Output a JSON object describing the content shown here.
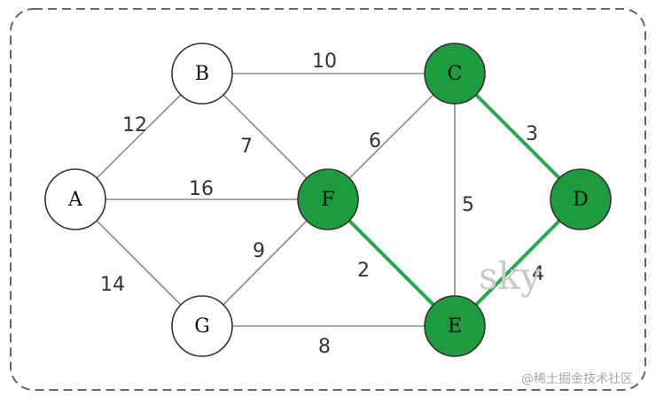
{
  "graph": {
    "nodes": [
      {
        "id": "A",
        "label": "A",
        "highlighted": false
      },
      {
        "id": "B",
        "label": "B",
        "highlighted": false
      },
      {
        "id": "C",
        "label": "C",
        "highlighted": true
      },
      {
        "id": "D",
        "label": "D",
        "highlighted": true
      },
      {
        "id": "E",
        "label": "E",
        "highlighted": true
      },
      {
        "id": "F",
        "label": "F",
        "highlighted": true
      },
      {
        "id": "G",
        "label": "G",
        "highlighted": false
      }
    ],
    "edges": [
      {
        "from": "A",
        "to": "B",
        "weight": "12",
        "highlighted": false
      },
      {
        "from": "A",
        "to": "F",
        "weight": "16",
        "highlighted": false
      },
      {
        "from": "A",
        "to": "G",
        "weight": "14",
        "highlighted": false
      },
      {
        "from": "B",
        "to": "C",
        "weight": "10",
        "highlighted": false
      },
      {
        "from": "B",
        "to": "F",
        "weight": "7",
        "highlighted": false
      },
      {
        "from": "F",
        "to": "C",
        "weight": "6",
        "highlighted": false
      },
      {
        "from": "G",
        "to": "F",
        "weight": "9",
        "highlighted": false
      },
      {
        "from": "G",
        "to": "E",
        "weight": "8",
        "highlighted": false
      },
      {
        "from": "C",
        "to": "E",
        "weight": "5",
        "highlighted": false
      },
      {
        "from": "C",
        "to": "D",
        "weight": "3",
        "highlighted": true
      },
      {
        "from": "F",
        "to": "E",
        "weight": "2",
        "highlighted": true
      },
      {
        "from": "E",
        "to": "D",
        "weight": "4",
        "highlighted": true
      }
    ]
  },
  "colors": {
    "node_highlight_fill": "#1e9b3e",
    "node_fill": "#ffffff",
    "node_stroke": "#333333",
    "edge": "#8a8a8a",
    "edge_highlight": "#2aa84a",
    "frame": "#666666"
  },
  "watermark": {
    "text": "sky",
    "credit": "@稀土掘金技术社区"
  }
}
